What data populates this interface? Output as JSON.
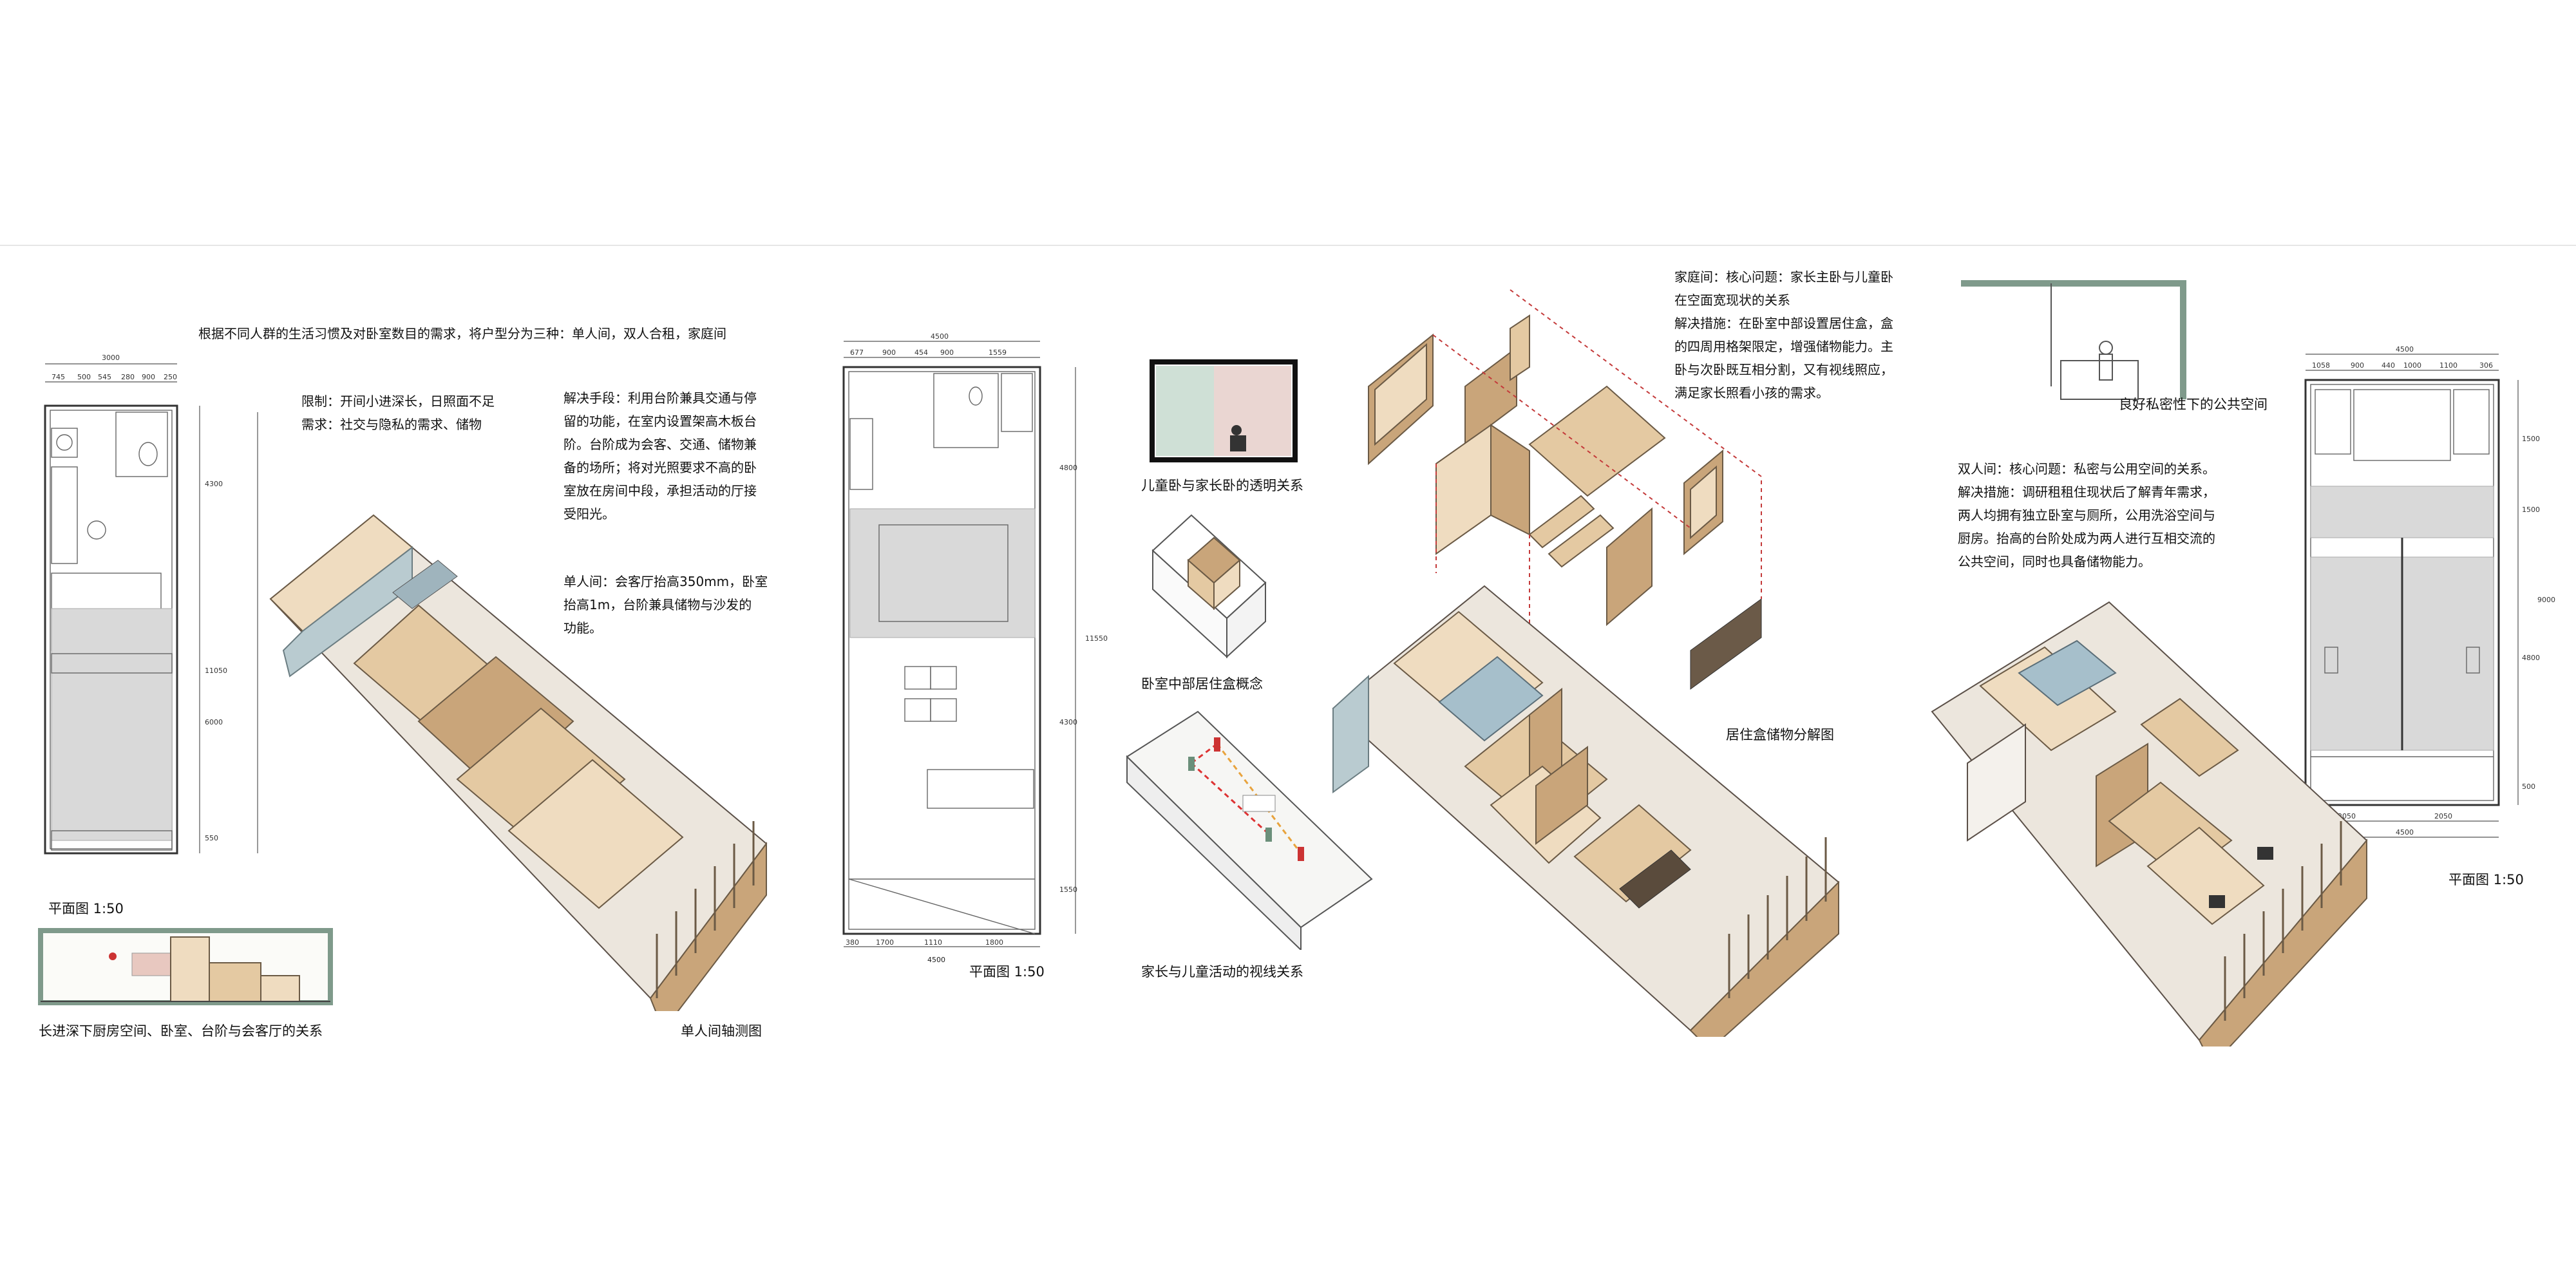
{
  "header_text": "根据不同人群的生活习惯及对卧室数目的需求，将户型分为三种：单人间，双人合租，家庭间",
  "single_room": {
    "constraints": "限制：开间小进深长，日照面不足\n需求：社交与隐私的需求、储物",
    "solution": "解决手段：利用台阶兼具交通与停\n留的功能，在室内设置架高木板台\n阶。台阶成为会客、交通、储物兼\n备的场所；将对光照要求不高的卧\n室放在房间中段，承担活动的厅接\n受阳光。",
    "detail": "单人间：会客厅抬高350mm，卧室\n抬高1m，台阶兼具储物与沙发的\n功能。",
    "plan_caption": "平面图  1:50",
    "section_caption": "长进深下厨房空间、卧室、台阶与会客厅的关系",
    "axon_caption": "单人间轴测图",
    "dims_top": [
      "3000",
      "745",
      "500",
      "545",
      "280",
      "900",
      "250"
    ],
    "dims_side": [
      "4300",
      "11050",
      "6000",
      "550"
    ]
  },
  "middle": {
    "plan_caption": "平面图  1:50",
    "dims_top": [
      "4500",
      "677",
      "900",
      "454",
      "900",
      "1559"
    ],
    "dims_bottom": [
      "380",
      "1700",
      "1110",
      "1800",
      "4500"
    ],
    "dims_side": [
      "4800",
      "11550",
      "4300",
      "1550"
    ],
    "caption_transparent": "儿童卧与家长卧的透明关系",
    "caption_box": "卧室中部居住盒概念",
    "caption_sightline": "家长与儿童活动的视线关系"
  },
  "family_room": {
    "problem": "家庭间：核心问题：家长主卧与儿童卧\n在空面宽现状的关系\n解决措施：在卧室中部设置居住盒，盒\n的四周用格架限定，增强储物能力。主\n卧与次卧既互相分割，又有视线照应，\n满足家长照看小孩的需求。",
    "exploded_caption": "居住盒储物分解图"
  },
  "double_room": {
    "public_caption": "良好私密性下的公共空间",
    "problem": "双人间：核心问题：私密与公用空间的关系。\n解决措施：调研租租住现状后了解青年需求，\n两人均拥有独立卧室与厕所，公用洗浴空间与\n厨房。抬高的台阶处成为两人进行互相交流的\n公共空间，同时也具备储物能力。",
    "plan_caption": "平面图  1:50",
    "dims_top": [
      "4500",
      "1058",
      "900",
      "440",
      "1000",
      "1100",
      "306"
    ],
    "dims_bottom": [
      "2050",
      "2050",
      "4500"
    ],
    "dims_side": [
      "1500",
      "1500",
      "9000",
      "4800",
      "500"
    ]
  },
  "colors": {
    "wood": "#e4c9a2",
    "sage": "#7f9a8b",
    "glass": "#b9cbd0"
  }
}
